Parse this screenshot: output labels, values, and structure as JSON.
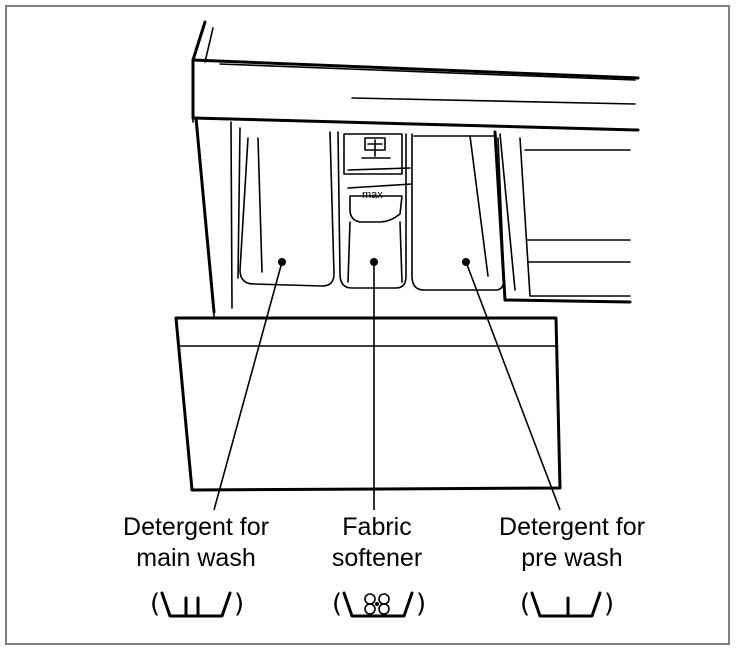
{
  "compartments": [
    {
      "id": "main-wash",
      "label_line1": "Detergent for",
      "label_line2": "main wash",
      "symbol": "main-wash-symbol"
    },
    {
      "id": "fabric-softener",
      "label_line1": "Fabric",
      "label_line2": "softener",
      "symbol": "fabric-softener-symbol"
    },
    {
      "id": "pre-wash",
      "label_line1": "Detergent for",
      "label_line2": "pre wash",
      "symbol": "pre-wash-symbol"
    }
  ],
  "max_marker": "max",
  "symbol_brackets": {
    "open": "(",
    "close": ")"
  }
}
